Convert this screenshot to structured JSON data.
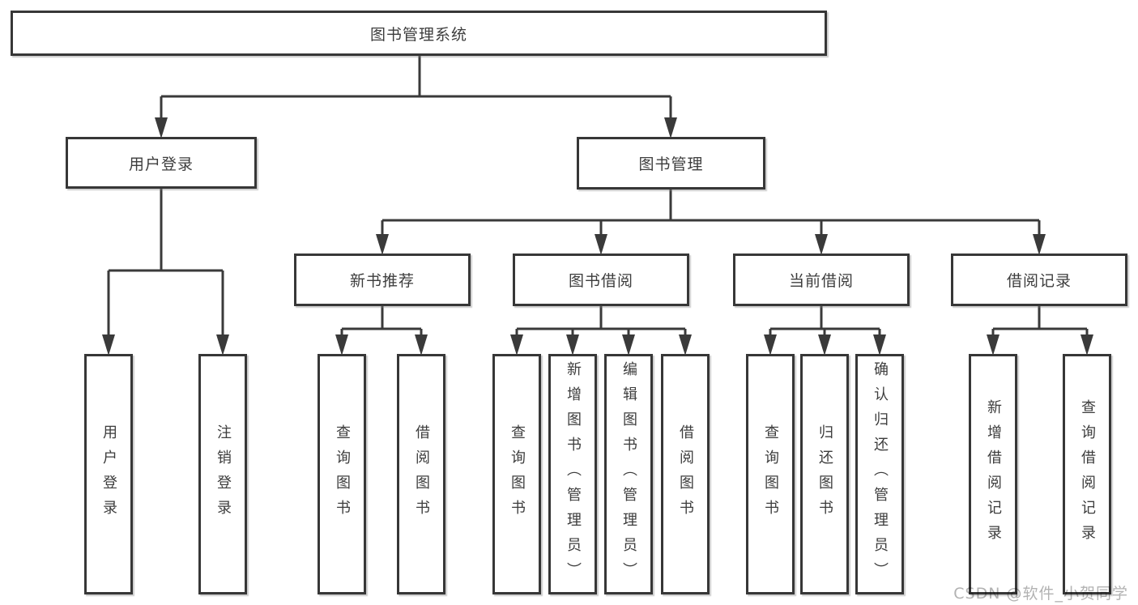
{
  "diagram_type": "tree-structure-chart",
  "hierarchy": [
    {
      "label": "图书管理系统",
      "children": [
        {
          "label": "用户登录",
          "children": [
            {
              "label": "用户登录"
            },
            {
              "label": "注销登录"
            }
          ]
        },
        {
          "label": "图书管理",
          "children": [
            {
              "label": "新书推荐",
              "children": [
                {
                  "label": "查询图书"
                },
                {
                  "label": "借阅图书"
                }
              ]
            },
            {
              "label": "图书借阅",
              "children": [
                {
                  "label": "查询图书"
                },
                {
                  "label": "新增图书（管理员）"
                },
                {
                  "label": "编辑图书（管理员）"
                },
                {
                  "label": "借阅图书"
                }
              ]
            },
            {
              "label": "当前借阅",
              "children": [
                {
                  "label": "查询图书"
                },
                {
                  "label": "归还图书"
                },
                {
                  "label": "确认归还（管理员）"
                }
              ]
            },
            {
              "label": "借阅记录",
              "children": [
                {
                  "label": "新增借阅记录"
                },
                {
                  "label": "查询借阅记录"
                }
              ]
            }
          ]
        }
      ]
    }
  ],
  "watermark": {
    "text": "CSDN @软件_小贺同学"
  },
  "colors": {
    "background": "#ffffff",
    "box_fill": "#ffffff",
    "box_border": "#373737",
    "line": "#3a3a3a",
    "text": "#3d3d3d",
    "watermark": "#b2b2b2"
  }
}
